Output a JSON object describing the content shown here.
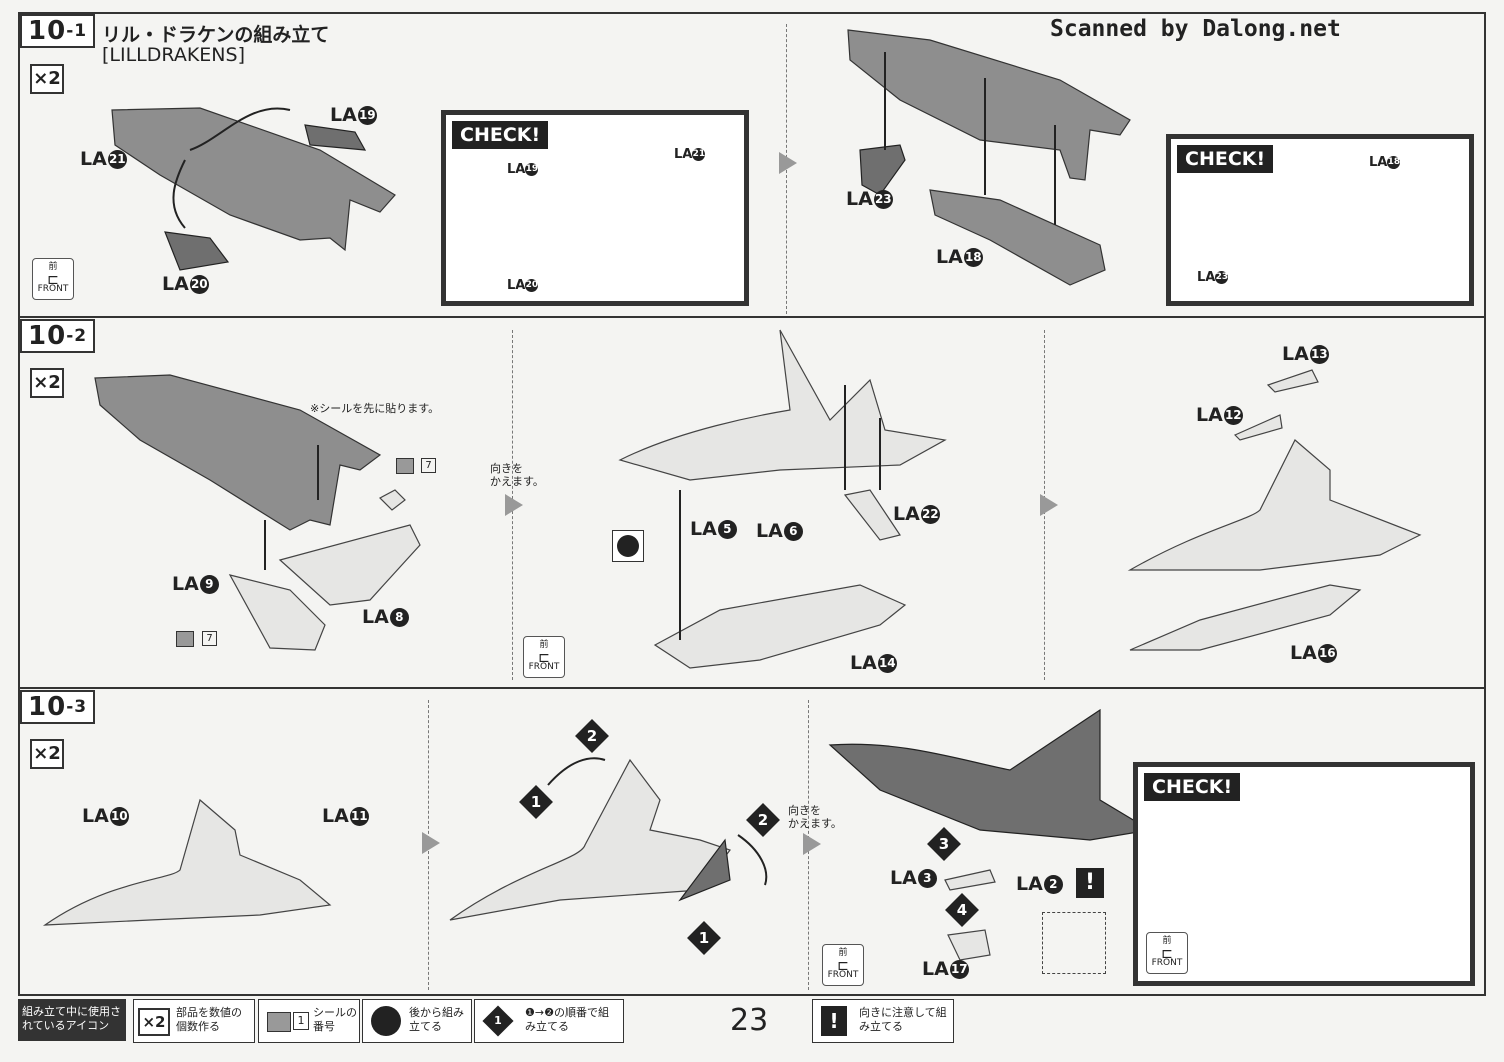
{
  "watermark": "Scanned by Dalong.net",
  "page_number": "23",
  "steps": [
    {
      "num": "10",
      "sub": "-1",
      "title": "リル・ドラケンの組み立て",
      "subtitle": "[LILLDRAKENS]",
      "multiplier": "×2"
    },
    {
      "num": "10",
      "sub": "-2",
      "multiplier": "×2"
    },
    {
      "num": "10",
      "sub": "-3",
      "multiplier": "×2"
    }
  ],
  "check_label": "CHECK!",
  "front_label": "FRONT",
  "front_kanji": "前",
  "sticker_note": "※シールを先に貼ります。",
  "turn_note": "向きを\nかえます。",
  "sticker_number": "7",
  "parts": {
    "la19": "LA",
    "la19n": "19",
    "la21": "LA",
    "la21n": "21",
    "la20": "LA",
    "la20n": "20",
    "la23": "LA",
    "la23n": "23",
    "la18": "LA",
    "la18n": "18",
    "la9": "LA",
    "la9n": "9",
    "la8": "LA",
    "la8n": "8",
    "la5": "LA",
    "la5n": "5",
    "la6": "LA",
    "la6n": "6",
    "la22": "LA",
    "la22n": "22",
    "la14": "LA",
    "la14n": "14",
    "la13": "LA",
    "la13n": "13",
    "la12": "LA",
    "la12n": "12",
    "la16": "LA",
    "la16n": "16",
    "la10": "LA",
    "la10n": "10",
    "la11": "LA",
    "la11n": "11",
    "la3": "LA",
    "la3n": "3",
    "la2": "LA",
    "la2n": "2",
    "la17": "LA",
    "la17n": "17"
  },
  "order_marks": {
    "one": "1",
    "two": "2",
    "three": "3",
    "four": "4"
  },
  "legend": {
    "title": "組み立て中に使用されているアイコン",
    "items": [
      {
        "icon": "×2",
        "text": "部品を数値の個数作る"
      },
      {
        "icon": "1",
        "text": "シールの番号"
      },
      {
        "icon": "",
        "text": "後から組み立てる"
      },
      {
        "icon": "1",
        "text": "❶→❷の順番で組み立てる"
      },
      {
        "icon": "!",
        "text": "向きに注意して組み立てる"
      }
    ]
  }
}
